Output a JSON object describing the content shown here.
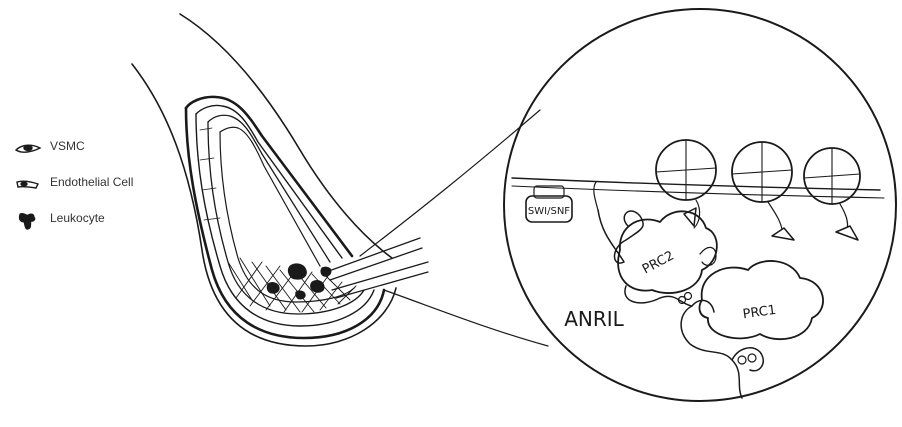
{
  "legend": {
    "items": [
      {
        "label": "VSMC",
        "icon": "vsmc-cell-icon"
      },
      {
        "label": "Endothelial Cell",
        "icon": "endothelial-cell-icon"
      },
      {
        "label": "Leukocyte",
        "icon": "leukocyte-icon"
      }
    ]
  },
  "zoom": {
    "main_label": "ANRIL",
    "complex_1": "PRC2",
    "complex_2": "PRC1",
    "protein": "SWI/SNF"
  },
  "colors": {
    "ink": "#1a1a1a",
    "background": "#ffffff"
  }
}
